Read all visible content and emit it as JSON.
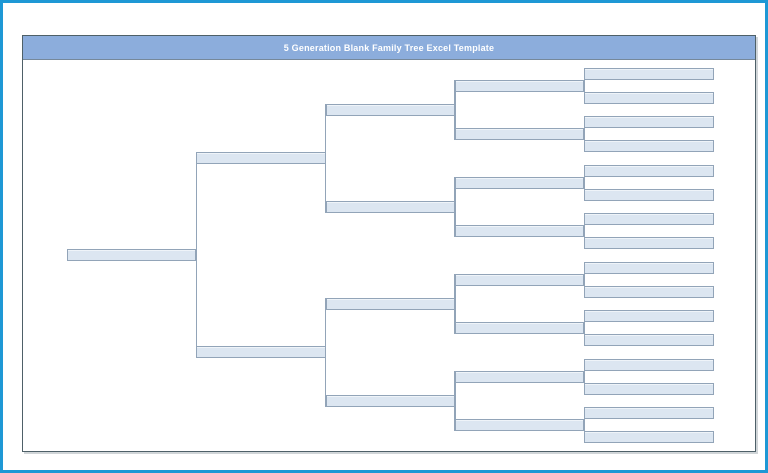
{
  "window": {
    "outer_border_color": "#1e98d5",
    "page_background_color": "#ffffff"
  },
  "header": {
    "title": "5 Generation Blank Family Tree Excel Template",
    "background_color": "#8caddc",
    "text_color": "#ffffff"
  },
  "tree": {
    "generation_count": 5,
    "box_counts": [
      1,
      2,
      4,
      8,
      16
    ],
    "box_text": "",
    "box_fill_color": "#dce6f1",
    "box_border_color": "#92a4b8",
    "connector_color": "#92a4b8"
  }
}
